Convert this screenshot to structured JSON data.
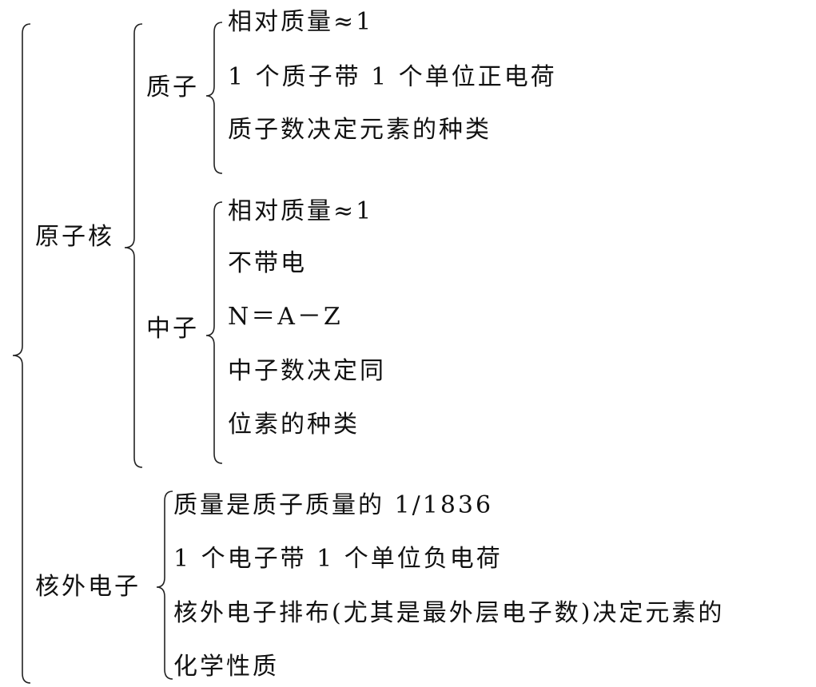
{
  "nucleus": {
    "label": "原子核",
    "proton": {
      "label": "质子",
      "items": [
        "相对质量≈1",
        "1 个质子带 1 个单位正电荷",
        "质子数决定元素的种类"
      ]
    },
    "neutron": {
      "label": "中子",
      "items": [
        "相对质量≈1",
        "不带电",
        "N＝A－Z",
        "中子数决定同",
        "位素的种类"
      ]
    }
  },
  "electron": {
    "label": "核外电子",
    "items": [
      "质量是质子质量的 1/1836",
      "1 个电子带 1 个单位负电荷",
      "核外电子排布(尤其是最外层电子数)决定元素的",
      "化学性质"
    ]
  }
}
